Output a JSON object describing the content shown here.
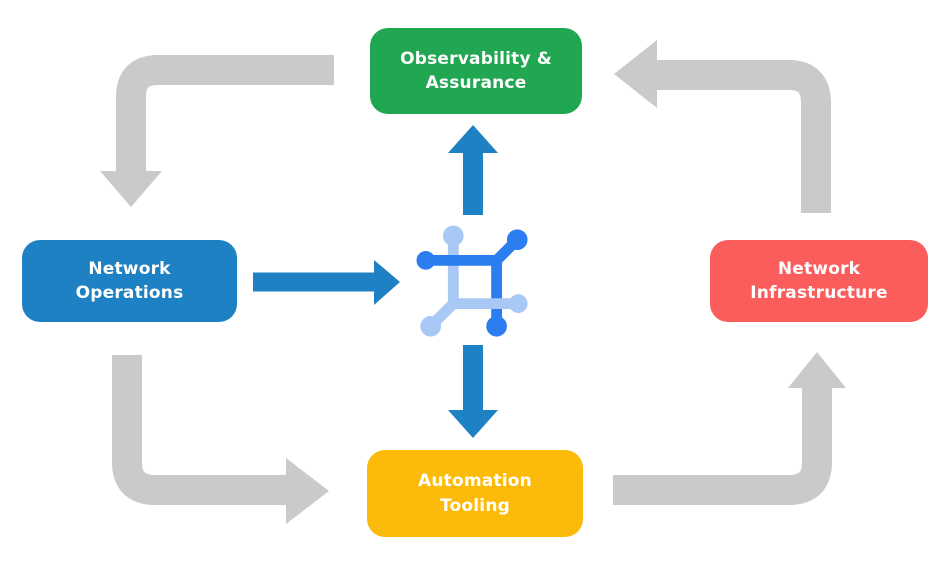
{
  "colors": {
    "background": "#FFFFFF",
    "observability_green": "#21A652",
    "operations_blue": "#1E81C4",
    "infrastructure_red": "#FB5D5D",
    "automation_yellow": "#FCBB0A",
    "arrow_gray": "#CACACA",
    "arrow_blue": "#1E81C4",
    "icon_dark_blue": "#2B7DF0",
    "icon_light_blue": "#A8C8F5",
    "label_text": "#FFFFFF"
  },
  "nodes": {
    "observability": {
      "line1": "Observability &",
      "line2": "Assurance"
    },
    "operations": {
      "line1": "Network",
      "line2": "Operations"
    },
    "infrastructure": {
      "line1": "Network",
      "line2": "Infrastructure"
    },
    "automation": {
      "line1": "Automation",
      "line2": "Tooling"
    }
  },
  "icon": {
    "name": "network-automation-hub-icon"
  },
  "edges": [
    {
      "from": "Observability & Assurance",
      "to": "Network Operations",
      "style": "gray-curved"
    },
    {
      "from": "Network Infrastructure",
      "to": "Observability & Assurance",
      "style": "gray-curved"
    },
    {
      "from": "Network Operations",
      "to": "Automation Tooling",
      "style": "gray-curved"
    },
    {
      "from": "Automation Tooling",
      "to": "Network Infrastructure",
      "style": "gray-curved"
    },
    {
      "from": "Network Operations",
      "to": "hub-icon",
      "style": "blue-straight"
    },
    {
      "from": "hub-icon",
      "to": "Observability & Assurance",
      "style": "blue-straight"
    },
    {
      "from": "hub-icon",
      "to": "Automation Tooling",
      "style": "blue-straight"
    }
  ]
}
